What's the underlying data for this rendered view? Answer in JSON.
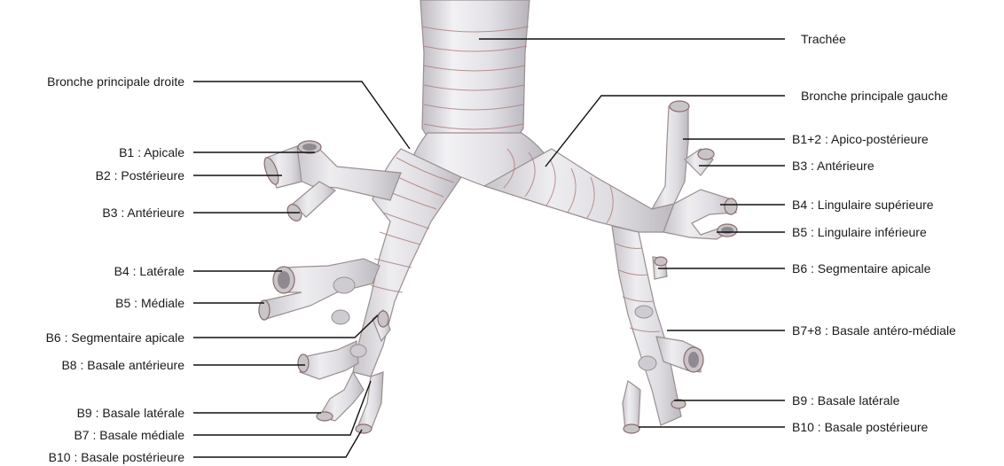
{
  "diagram": {
    "labels_left": {
      "bronche_principale_droite": "Bronche principale droite",
      "b1": "B1 : Apicale",
      "b2": "B2 : Postérieure",
      "b3": "B3 : Antérieure",
      "b4": "B4 : Latérale",
      "b5": "B5 : Médiale",
      "b6": "B6 : Segmentaire apicale",
      "b8": "B8 : Basale antérieure",
      "b9": "B9 : Basale latérale",
      "b7": "B7 : Basale médiale",
      "b10": "B10 : Basale postérieure"
    },
    "labels_right": {
      "trachee": "Trachée",
      "bronche_principale_gauche": "Bronche principale gauche",
      "b1_2": "B1+2 : Apico-postérieure",
      "b3": "B3 : Antérieure",
      "b4": "B4 : Lingulaire supérieure",
      "b5": "B5 : Lingulaire inférieure",
      "b6": "B6 : Segmentaire apicale",
      "b7_8": "B7+8 : Basale antéro-médiale",
      "b9": "B9 : Basale latérale",
      "b10": "B10 : Basale postérieure"
    },
    "colors": {
      "airway_fill": "#e3e1e4",
      "airway_shade": "#c4c0c6",
      "outline": "#9a8f8f",
      "ring": "#b07f7f",
      "leader": "#111111"
    }
  }
}
